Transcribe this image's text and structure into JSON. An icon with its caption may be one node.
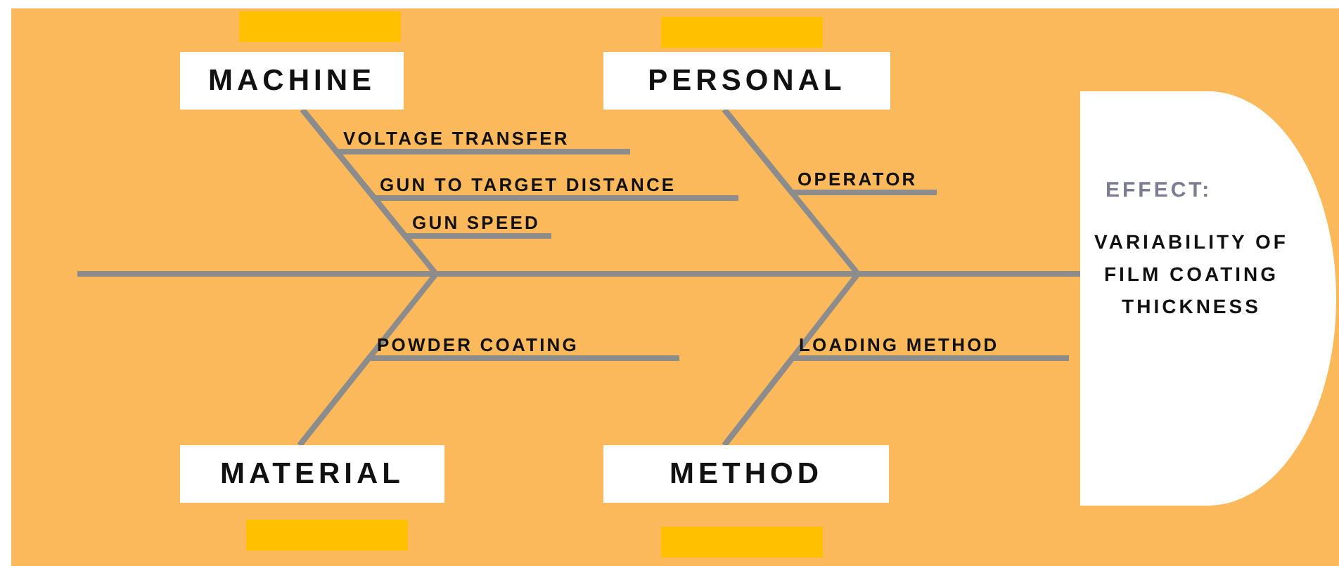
{
  "diagram": {
    "nodes": [
      {
        "text": [
          "MACHINE"
        ]
      },
      {
        "text": [
          "PERSONAL"
        ]
      },
      {
        "text": [
          "VOLTAGE TRANSFER"
        ]
      },
      {
        "text": [
          "GUN TO TARGET DISTANCE"
        ]
      },
      {
        "text": [
          "OPERATOR"
        ]
      },
      {
        "text": [
          "GUN SPEED"
        ]
      },
      {
        "text": [
          "EFFECT:",
          "VARIABILITY OF FILM COATING THICKNESS"
        ]
      },
      {
        "text": [
          "POWDER COATING"
        ]
      },
      {
        "text": [
          "LOADING METHOD"
        ]
      },
      {
        "text": [
          "MATERIAL"
        ]
      },
      {
        "text": [
          "METHOD"
        ]
      }
    ],
    "edges": [
      {
        "from": 0,
        "to": 6,
        "arrow": "none"
      },
      {
        "from": 1,
        "to": 6,
        "arrow": "none"
      },
      {
        "from": 9,
        "to": 6,
        "arrow": "none"
      },
      {
        "from": 10,
        "to": 6,
        "arrow": "none"
      },
      {
        "from": 2,
        "to": 0,
        "arrow": "none"
      },
      {
        "from": 3,
        "to": 0,
        "arrow": "none"
      },
      {
        "from": 5,
        "to": 0,
        "arrow": "none"
      },
      {
        "from": 4,
        "to": 1,
        "arrow": "none"
      },
      {
        "from": 7,
        "to": 9,
        "arrow": "none"
      },
      {
        "from": 8,
        "to": 10,
        "arrow": "none"
      }
    ]
  }
}
